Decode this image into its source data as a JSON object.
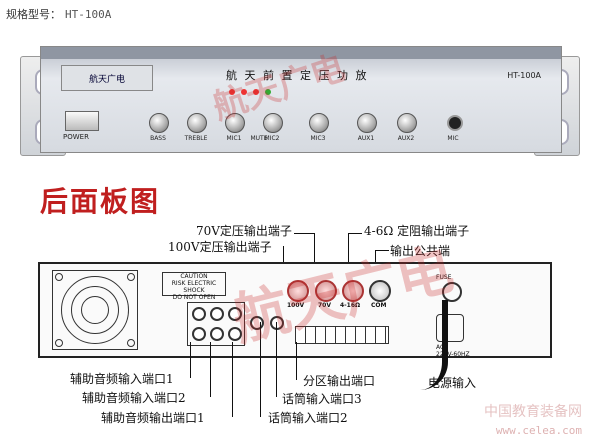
{
  "spec": {
    "label": "规格型号：",
    "model": "HT-100A"
  },
  "front_panel": {
    "brand": "航天广电",
    "title": "航 天 前 置 定 压 功 放",
    "model": "HT-100A",
    "power_label": "POWER",
    "knobs": [
      "BASS",
      "TREBLE",
      "MIC1",
      "MUTE",
      "MIC2",
      "MIC3",
      "AUX1",
      "AUX2"
    ],
    "jack_label": "MIC"
  },
  "rear_title": "后面板图",
  "rear_panel": {
    "caution": [
      "CAUTION",
      "RISK ELECTRIC SHOCK",
      "DO NOT OPEN"
    ],
    "terminals": [
      "100V",
      "70V",
      "4-16Ω",
      "COM"
    ],
    "fuse_label": "FUSE",
    "ac_label": [
      "AC",
      "220V-60HZ"
    ]
  },
  "callouts": {
    "v70": "70V定压输出端子",
    "v100": "100V定压输出端子",
    "ohm": "4-6Ω 定阻输出端子",
    "com": "输出公共端",
    "aux_in1": "辅助音频输入端口1",
    "aux_in2": "辅助音频输入端口2",
    "aux_out1": "辅助音频输出端口1",
    "mic_in2": "话筒输入端口2",
    "mic_in3": "话筒输入端口3",
    "zone_out": "分区输出端口",
    "power_in": "电源输入"
  },
  "watermark": {
    "brand": "航天广电",
    "site_cn": "中国教育装备网",
    "site_url": "www.celea.com"
  },
  "colors": {
    "accent_red": "#c01f1f"
  }
}
